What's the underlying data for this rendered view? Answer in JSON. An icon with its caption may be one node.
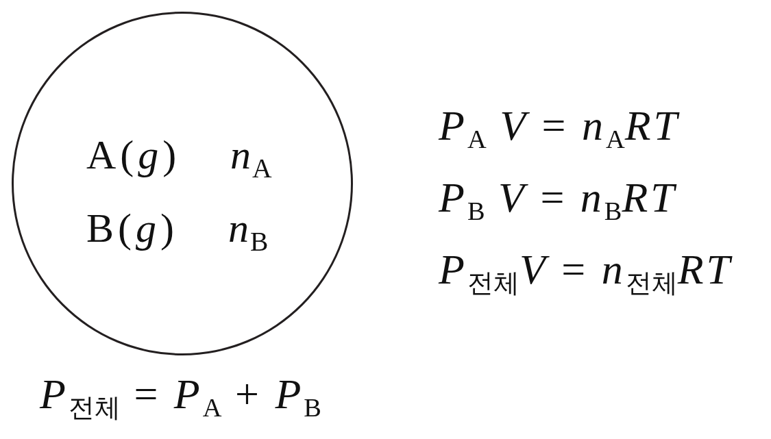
{
  "diagram": {
    "nodes": [
      {
        "text": [
          "A(*g*)",
          "*n*$_{A}$",
          "B(*g*)",
          "*n*$_{B}$"
        ],
        "beside": [
          "*P*$_{전체}$ = *P*$_{A}$ + *P*$_{B}$"
        ]
      }
    ],
    "labels": [
      "*P*$_{A}$ *V* = *n*$_{A}$*RT*",
      "*P*$_{B}$ *V* = *n*$_{B}$*RT*",
      "*P*$_{전체}$*V* = *n*$_{전체}$*RT*"
    ]
  }
}
